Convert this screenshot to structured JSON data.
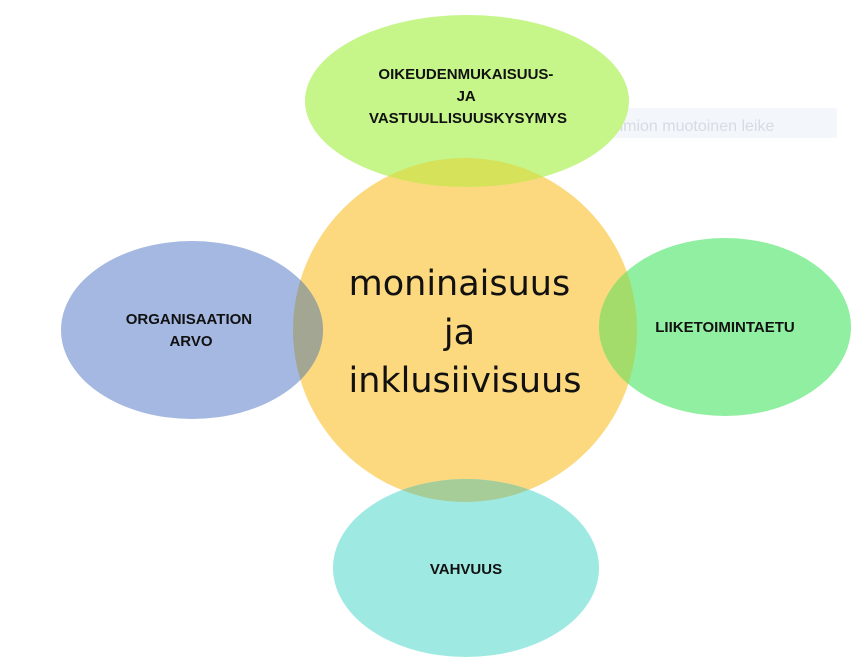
{
  "diagram": {
    "center": {
      "lines": [
        "moninaisuus",
        "ja",
        "inklusiivisuus"
      ],
      "color": "#fcd97e"
    },
    "top": {
      "lines": [
        "OIKEUDENMUKAISUUS-",
        "JA",
        "VASTUULLISUUSKYSYMYS"
      ],
      "color": "#c6f58a",
      "overlap_color": "#d5e25a"
    },
    "left": {
      "lines": [
        "ORGANISAATION",
        "ARVO"
      ],
      "color": "#a4b8e2",
      "overlap_color": "#a3a692"
    },
    "right": {
      "lines": [
        "LIIKETOIMINTAETU"
      ],
      "color": "#90efa0",
      "overlap_color": "#a4dc6c"
    },
    "bottom": {
      "lines": [
        "VAHVUUS"
      ],
      "color": "#9ee9e2",
      "overlap_color": "#a6cd98"
    },
    "ghost_placeholder": {
      "text": "Suorakulmion muotoinen leike",
      "color": "#f3f6fb"
    }
  }
}
